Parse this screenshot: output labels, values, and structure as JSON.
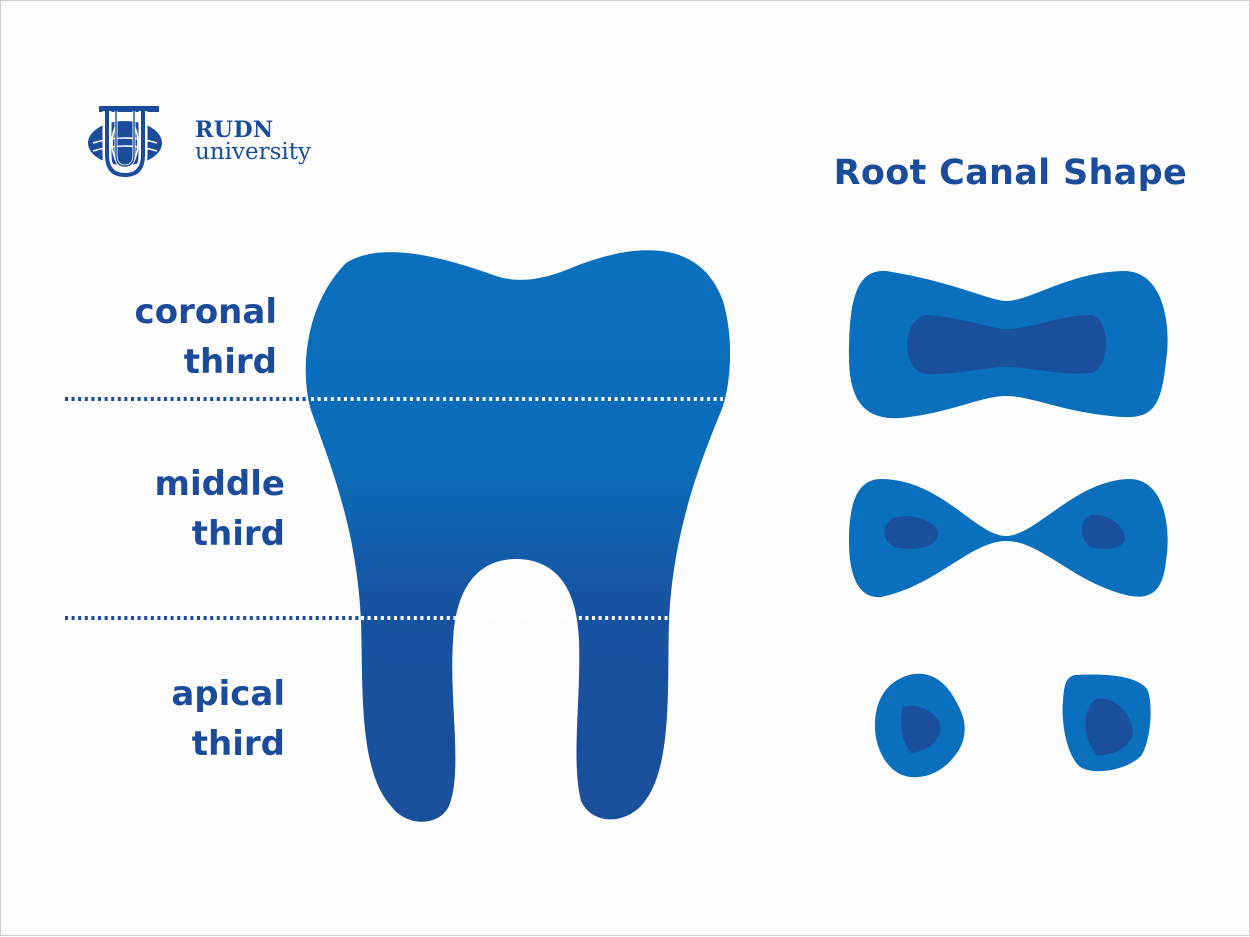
{
  "logo": {
    "name_line1": "RUDN",
    "name_line2": "university",
    "mark_icon": "rudn-globe-emblem-icon"
  },
  "title": "Root Canal Shape",
  "zones": [
    {
      "line1": "coronal",
      "line2": "third"
    },
    {
      "line1": "middle",
      "line2": "third"
    },
    {
      "line1": "apical",
      "line2": "third"
    }
  ],
  "colors": {
    "brand_blue": "#1b4b9b",
    "tooth_top": "#0a6fbd",
    "tooth_bottom": "#1a4f9b",
    "canal_outer": "#0a6fbd",
    "canal_inner": "#1a4f9b",
    "divider": "#1b4b9b"
  }
}
